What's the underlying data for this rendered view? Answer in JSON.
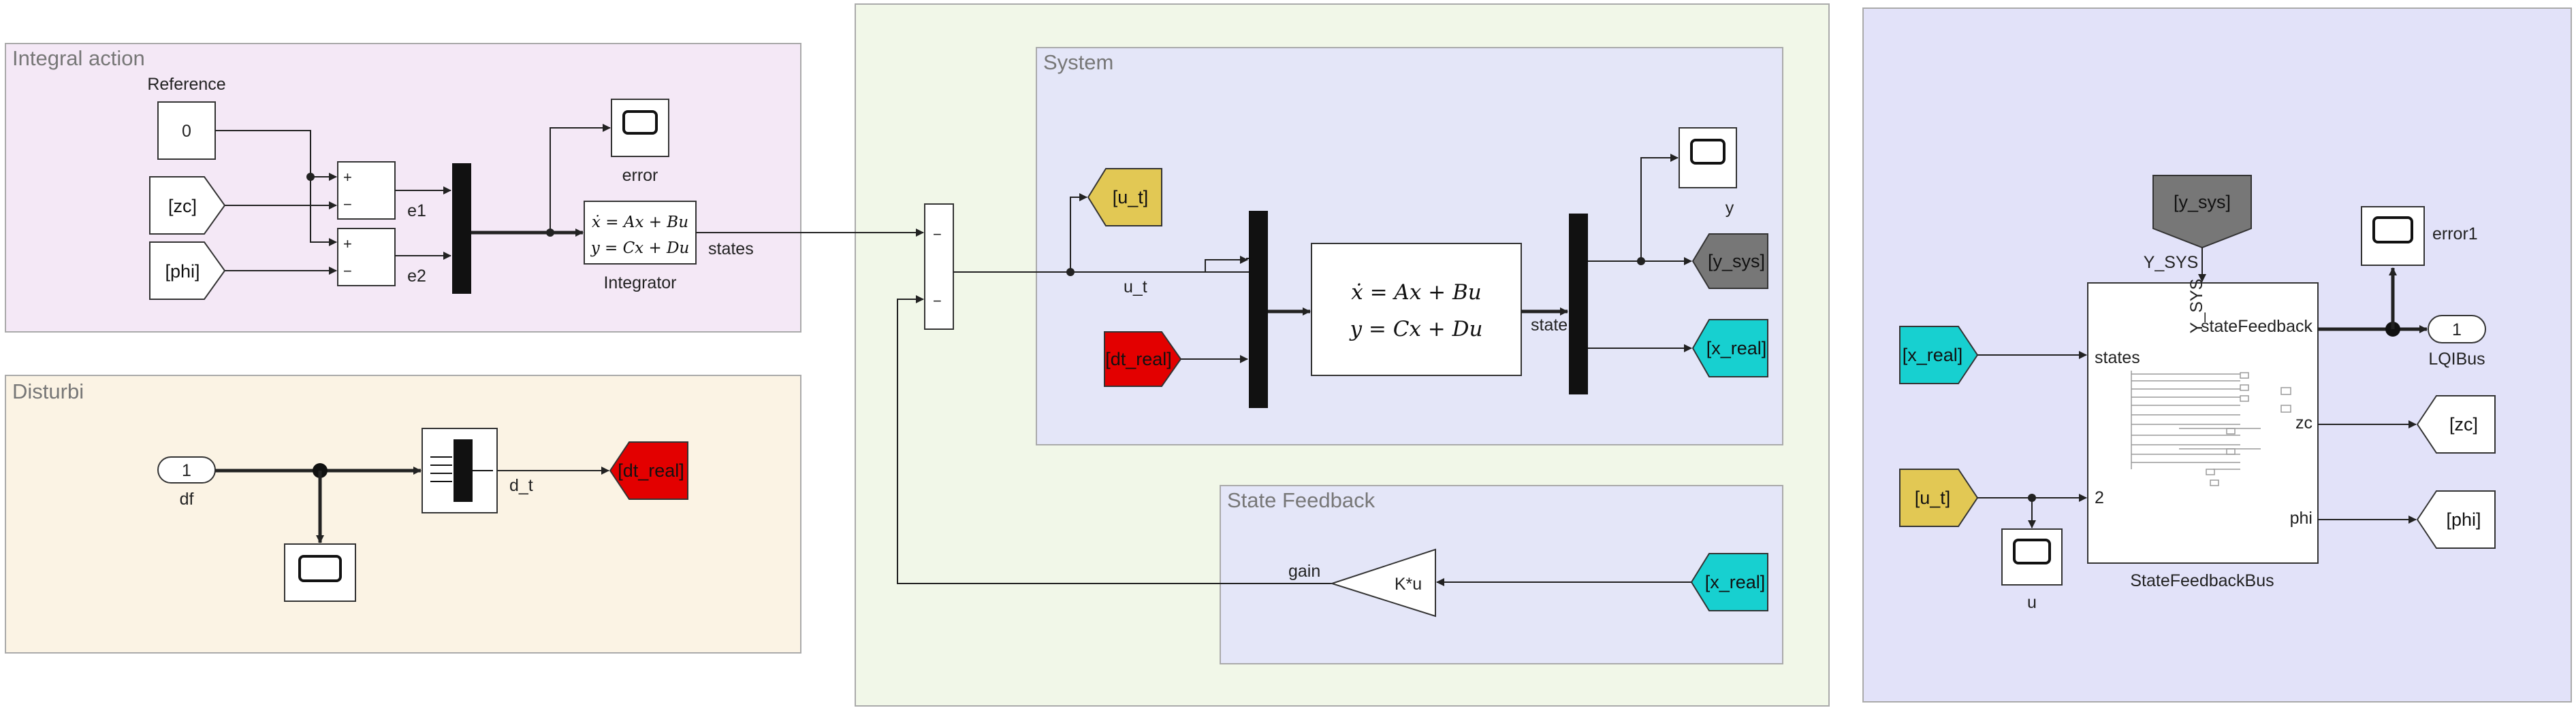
{
  "areas": {
    "integral_action": "Integral action",
    "disturbi": "Disturbi",
    "system": "System",
    "state_feedback": "State Feedback"
  },
  "blocks": {
    "reference_label": "Reference",
    "reference_value": "0",
    "sum_plus": "+",
    "sum_minus": "−",
    "e1": "e1",
    "e2": "e2",
    "error_label": "error",
    "integrator_label": "Integrator",
    "integrator_eq1": "ẋ = Ax + Bu",
    "integrator_eq2": "y = Cx + Du",
    "states_signal": "states",
    "df_port_num": "1",
    "df_label": "df",
    "d_t": "d_t",
    "u_t_signal": "u_t",
    "system_eq1": "ẋ = Ax + Bu",
    "system_eq2": "y = Cx + Du",
    "state_signal": "state",
    "y_scope_label": "y",
    "gain_signal": "gain",
    "gain_block": "K*u",
    "y_sys_label": "Y_SYS",
    "y_sys_vertical": "Y_SYS",
    "bus_in_states": "states",
    "bus_in_2": "2",
    "bus_out_state_feedback": "stateFeedback",
    "bus_out_zc": "zc",
    "bus_out_phi": "phi",
    "bus_name": "StateFeedbackBus",
    "error1_label": "error1",
    "lqi_port_num": "1",
    "lqi_label": "LQIBus",
    "u_scope_label": "u"
  },
  "tags": {
    "zc_from": "[zc]",
    "phi_from": "[phi]",
    "dt_real_goto": "[dt_real]",
    "u_t_goto": "[u_t]",
    "dt_real_from": "[dt_real]",
    "y_sys_goto": "[y_sys]",
    "x_real_goto": "[x_real]",
    "x_real_from_sf": "[x_real]",
    "y_sys_from": "[y_sys]",
    "x_real_from_bus": "[x_real]",
    "u_t_from": "[u_t]",
    "zc_goto": "[zc]",
    "phi_goto": "[phi]"
  },
  "colors": {
    "integral_bg": "#f4e8f6",
    "disturbi_bg": "#fbf3e4",
    "outer_bg": "#f1f7e8",
    "system_bg": "#e4e6f8",
    "right_bg": "#e2e2f9",
    "tag_yellow": "#e2c854",
    "tag_red": "#e30000",
    "tag_gray": "#777777",
    "tag_cyan": "#17d0d0",
    "tag_white": "#ffffff"
  }
}
